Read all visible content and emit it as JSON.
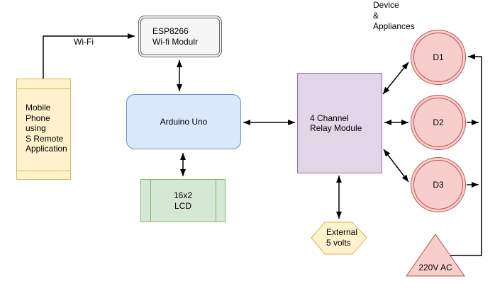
{
  "palette": {
    "background": "#FFFFFF",
    "text": "#000000",
    "connector": "#000000",
    "yellow_fill": "#FFF2CC",
    "yellow_stroke": "#D6B656",
    "blue_fill": "#DAE8FC",
    "blue_stroke": "#6C8EBF",
    "green_fill": "#D5E8D4",
    "green_stroke": "#82B366",
    "purple_fill": "#E1D5E7",
    "purple_stroke": "#9673A6",
    "pink_fill": "#F8CECC",
    "pink_stroke": "#B85450",
    "gray_fill": "#F5F5F5",
    "gray_stroke": "#666666"
  },
  "labels": {
    "wifi": "Wi-Fi",
    "devices_appliances": "Device\n&\nAppliances"
  },
  "nodes": {
    "mobile_phone": {
      "shape": "phone-rect",
      "label": "Mobile\nPhone\nusing\nS Remote\nApplication"
    },
    "esp8266": {
      "shape": "double-rounded-rect",
      "label": "ESP8266\nWi-fi Modulr"
    },
    "arduino": {
      "shape": "rounded-rect",
      "label": "Arduino Uno"
    },
    "lcd": {
      "shape": "process-rect",
      "label": "16x2\nLCD"
    },
    "relay": {
      "shape": "rect",
      "label": "4 Channel\nRelay Module"
    },
    "d1": {
      "shape": "double-circle",
      "label": "D1"
    },
    "d2": {
      "shape": "double-circle",
      "label": "D2"
    },
    "d3": {
      "shape": "double-circle",
      "label": "D3"
    },
    "external_5v": {
      "shape": "hexagon",
      "label": "External\n5 volts"
    },
    "ac_220v": {
      "shape": "triangle",
      "label": "220V AC"
    }
  },
  "connections": [
    {
      "from": "mobile_phone",
      "to": "esp8266",
      "label": "Wi-Fi",
      "arrows": "to"
    },
    {
      "from": "esp8266",
      "to": "arduino",
      "label": "",
      "arrows": "both"
    },
    {
      "from": "arduino",
      "to": "lcd",
      "label": "",
      "arrows": "both"
    },
    {
      "from": "arduino",
      "to": "relay",
      "label": "",
      "arrows": "both"
    },
    {
      "from": "relay",
      "to": "d1",
      "label": "",
      "arrows": "both"
    },
    {
      "from": "relay",
      "to": "d2",
      "label": "",
      "arrows": "both"
    },
    {
      "from": "relay",
      "to": "d3",
      "label": "",
      "arrows": "both"
    },
    {
      "from": "relay",
      "to": "external_5v",
      "label": "",
      "arrows": "both"
    },
    {
      "from": "ac_220v",
      "to": "d1",
      "label": "",
      "arrows": "to"
    },
    {
      "from": "d2",
      "to": "ac_220v",
      "label": "",
      "arrows": "to"
    },
    {
      "from": "d3",
      "to": "ac_220v",
      "label": "",
      "arrows": "to"
    }
  ]
}
